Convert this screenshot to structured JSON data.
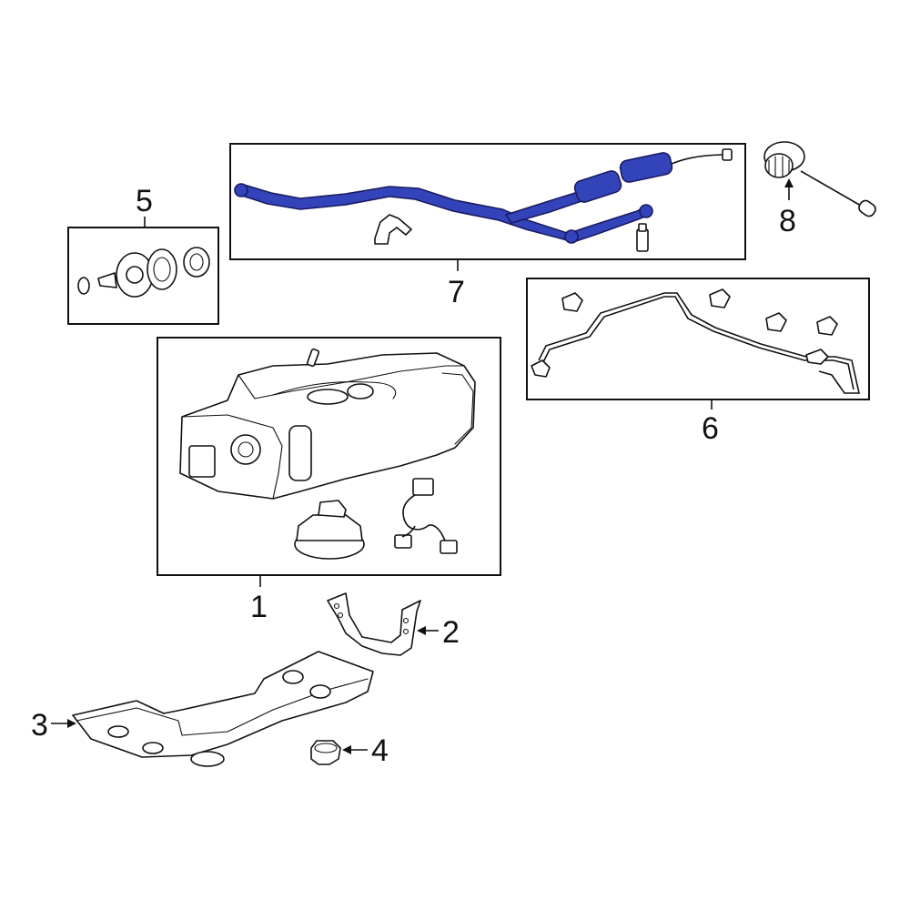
{
  "colors": {
    "line": "#111111",
    "highlight": "#3344bb",
    "background": "#ffffff"
  },
  "callouts": {
    "c1": "1",
    "c2": "2",
    "c3": "3",
    "c4": "4",
    "c5": "5",
    "c6": "6",
    "c7": "7",
    "c8": "8"
  }
}
